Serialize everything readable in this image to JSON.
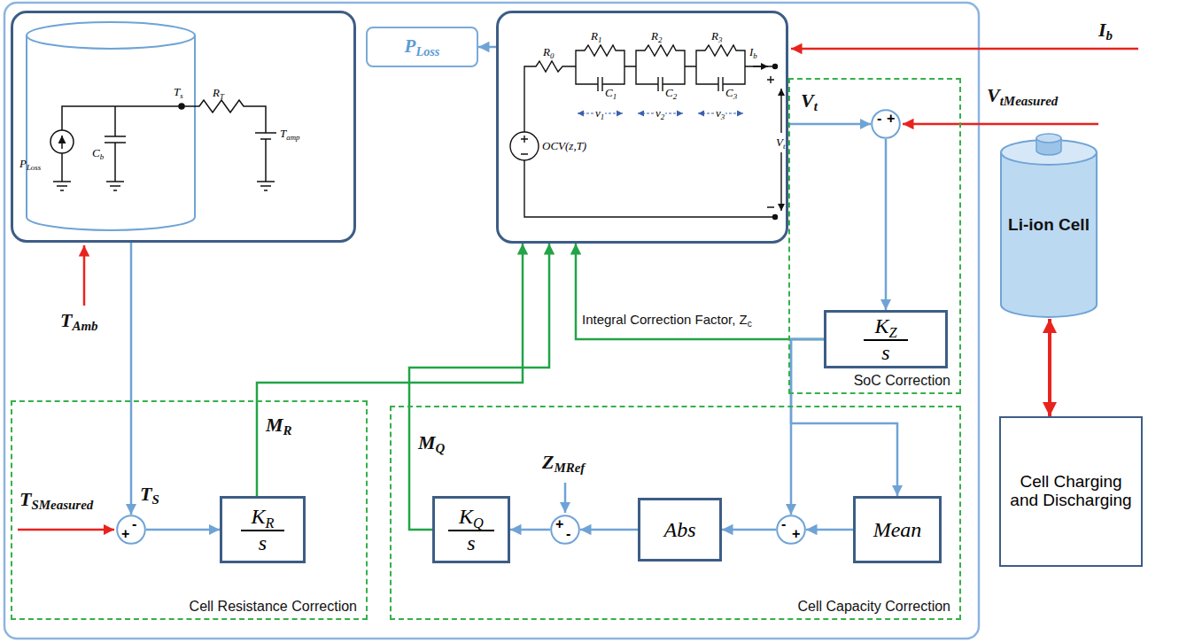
{
  "diagram": {
    "nodes": [
      {
        "text": [
          "PLoss",
          "Cb",
          "Ts",
          "RT",
          "Tamp"
        ]
      },
      {
        "text": [
          "PLoss"
        ]
      },
      {
        "text": [
          "R0",
          "R1",
          "C1",
          "v1",
          "R2",
          "C2",
          "v2",
          "R3",
          "C3",
          "v3",
          "Ib",
          "Vt",
          "OCV(z,T)"
        ]
      },
      {
        "text": [
          "SoC Correction"
        ]
      },
      {
        "text": [
          "-",
          "+"
        ],
        "in": 3
      },
      {
        "text": [
          "KZ",
          "s"
        ],
        "in": 3
      },
      {
        "text": [
          "Cell Resistance Correction"
        ]
      },
      {
        "text": [
          "+",
          "-"
        ],
        "in": 6
      },
      {
        "text": [
          "KR",
          "s"
        ],
        "in": 6
      },
      {
        "text": [
          "Cell Capacity Correction"
        ]
      },
      {
        "text": [
          "KQ",
          "s"
        ],
        "in": 9
      },
      {
        "text": [
          "+",
          "-"
        ],
        "in": 9
      },
      {
        "text": [
          "Abs"
        ],
        "in": 9
      },
      {
        "text": [
          "-",
          "+"
        ],
        "in": 9
      },
      {
        "text": [
          "Mean"
        ],
        "in": 9
      },
      {
        "text": [
          "Li-ion Cell"
        ]
      },
      {
        "text": [
          "Cell Charging and Discharging"
        ]
      }
    ],
    "edges": [
      {
        "from": 2,
        "to": 1,
        "arrow": "to"
      },
      {
        "from": 0,
        "to": 7,
        "label": "TS",
        "arrow": "to"
      },
      {
        "from": 2,
        "to": 4,
        "label": "Vt",
        "arrow": "to"
      },
      {
        "from": 4,
        "to": 5,
        "arrow": "to"
      },
      {
        "from": 5,
        "to": 2,
        "label": "Integral Correction Factor, Zc",
        "arrow": "to"
      },
      {
        "from": 5,
        "to": 13,
        "arrow": "to"
      },
      {
        "from": 5,
        "to": 14,
        "arrow": "to"
      },
      {
        "from": 14,
        "to": 13,
        "arrow": "to"
      },
      {
        "from": 13,
        "to": 12,
        "arrow": "to"
      },
      {
        "from": 12,
        "to": 11,
        "arrow": "to"
      },
      {
        "from": 11,
        "to": 10,
        "arrow": "to"
      },
      {
        "from": 10,
        "to": 2,
        "label": "MQ",
        "arrow": "to"
      },
      {
        "from": 7,
        "to": 8,
        "arrow": "to"
      },
      {
        "from": 8,
        "to": 2,
        "label": "MR",
        "arrow": "to"
      },
      {
        "from": 15,
        "to": 16,
        "arrow": "both"
      }
    ],
    "labels": [
      "Ib",
      "VtMeasured",
      "TAmb",
      "TSMeasured",
      "ZMRef"
    ]
  }
}
